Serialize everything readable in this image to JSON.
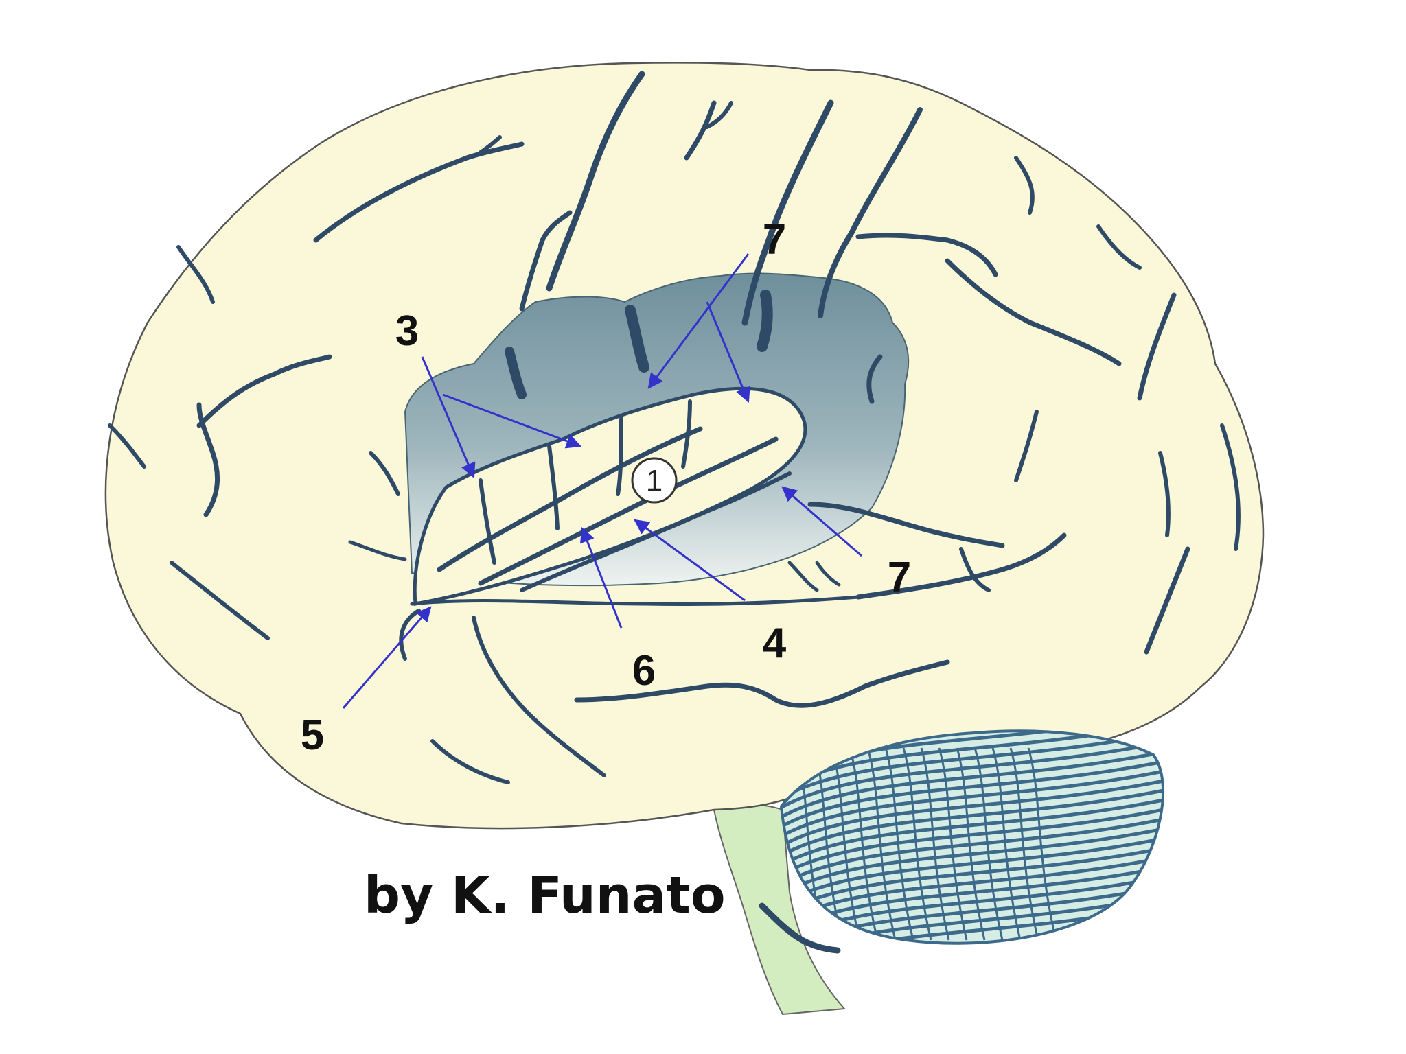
{
  "credit": "by K. Funato",
  "circled_label": "1",
  "labels": {
    "l3": "3",
    "l7_top": "7",
    "l7_right": "7",
    "l4": "4",
    "l6": "6",
    "l5": "5"
  },
  "colors": {
    "cortex_fill": "#FBF8D9",
    "cortex_outline": "#555555",
    "sulcus": "#2F4A66",
    "insula_fill": "#7F9DA8",
    "pointer": "#3333CC",
    "cerebellum_lines": "#3D6A8A",
    "cerebellum_fill": "#D6EDE6",
    "brainstem_fill": "#D3EDC0"
  }
}
